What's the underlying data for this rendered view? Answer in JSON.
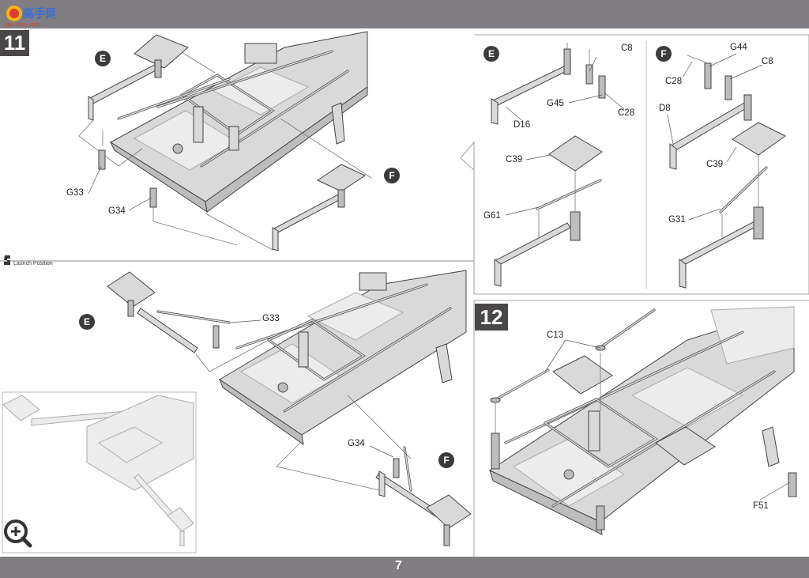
{
  "watermark": {
    "chars": "高手网",
    "url": "gao-shou.com"
  },
  "steps": {
    "step11": {
      "number": "11"
    },
    "step12": {
      "number": "12"
    }
  },
  "launch_position": {
    "label": "Launch Position",
    "icon": "launch-position-icon"
  },
  "zoom": {
    "icon": "magnify-plus-icon"
  },
  "callouts": {
    "E": "E",
    "F": "F"
  },
  "parts": {
    "step11_main": [
      "G33",
      "G34"
    ],
    "detail_E": [
      "C8",
      "G45",
      "D16",
      "C28",
      "C39",
      "G61"
    ],
    "detail_F": [
      "G44",
      "C8",
      "C28",
      "D8",
      "C39",
      "G31"
    ],
    "launch": [
      "G33",
      "G34"
    ],
    "step12": [
      "C13",
      "F51"
    ]
  },
  "page_number": "7",
  "colors": {
    "band": "#807e82",
    "badge": "#4a4749",
    "part": "#d9d9d9",
    "line": "#444444"
  }
}
